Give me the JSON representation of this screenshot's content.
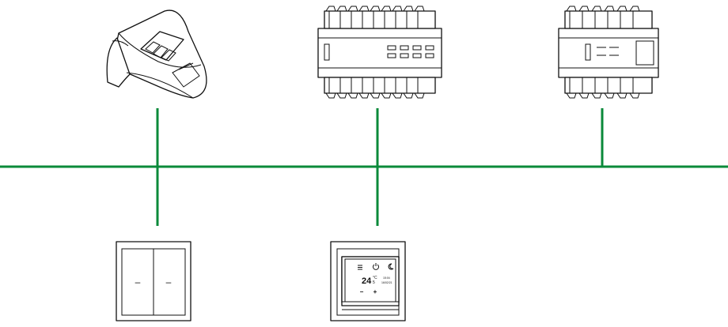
{
  "bus": {
    "color": "#0a8a3a"
  },
  "devices": {
    "gateway": {
      "icon": "knx-gateway-icon"
    },
    "actuator_large": {
      "icon": "din-rail-actuator-icon"
    },
    "actuator_small": {
      "icon": "din-rail-module-icon"
    },
    "pushbutton": {
      "icon": "push-button-icon",
      "left_key": "–",
      "right_key": "–"
    },
    "thermostat": {
      "icon": "room-thermostat-icon",
      "temperature": "24",
      "unit": "°C",
      "decimal": "5",
      "time": "15:04",
      "date": "16/02/21",
      "minus": "−",
      "plus": "+"
    }
  }
}
